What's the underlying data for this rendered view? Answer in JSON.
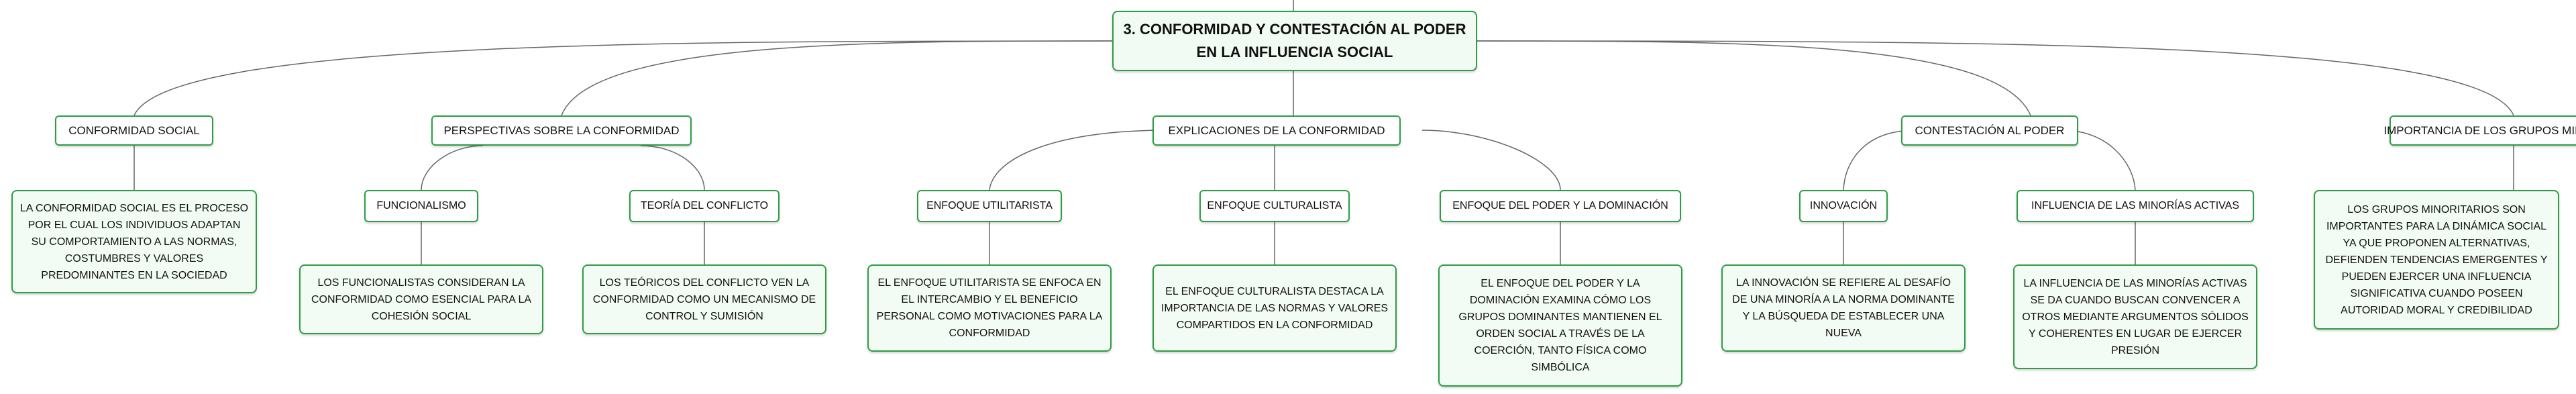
{
  "root": {
    "title": "3. CONFORMIDAD Y CONTESTACIÓN AL PODER EN LA INFLUENCIA SOCIAL"
  },
  "branches": {
    "conformidad_social": {
      "label": "CONFORMIDAD SOCIAL",
      "text": "La conformidad social es el proceso por el cual los individuos adaptan su comportamiento a las normas, costumbres y valores predominantes en la sociedad"
    },
    "perspectivas": {
      "label": "PERSPECTIVAS SOBRE LA CONFORMIDAD",
      "funcionalismo": {
        "label": "FUNCIONALISMO",
        "text": "Los funcionalistas consideran la conformidad como esencial para la cohesión social"
      },
      "teoria_conflicto": {
        "label": "TEORÍA DEL CONFLICTO",
        "text": "Los teóricos del conflicto ven la conformidad como un mecanismo de control y sumisión"
      }
    },
    "explicaciones": {
      "label": "EXPLICACIONES DE LA CONFORMIDAD",
      "utilitarista": {
        "label": "ENFOQUE UTILITARISTA",
        "text": "El enfoque utilitarista se enfoca en el intercambio y el beneficio personal como motivaciones para la conformidad"
      },
      "culturalista": {
        "label": "ENFOQUE CULTURALISTA",
        "text": "El enfoque culturalista destaca la importancia de las normas y valores compartidos en la conformidad"
      },
      "poder_dominacion": {
        "label": "ENFOQUE DEL PODER Y LA DOMINACIÓN",
        "text": "El enfoque del poder y la dominación examina cómo los grupos dominantes mantienen el orden social a través de la coerción, tanto física como simbólica"
      }
    },
    "contestacion": {
      "label": "CONTESTACIÓN AL PODER",
      "innovacion": {
        "label": "INNOVACIÓN",
        "text": "La innovación se refiere al desafío de una minoría a la norma dominante y la búsqueda de establecer una nueva"
      },
      "minorias_activas": {
        "label": "INFLUENCIA DE LAS MINORÍAS ACTIVAS",
        "text": "La influencia de las minorías activas se da cuando buscan convencer a otros mediante argumentos sólidos y coherentes en lugar de ejercer presión"
      }
    },
    "grupos_minoritarios": {
      "label": "IMPORTANCIA DE LOS GRUPOS MINORITARIOS",
      "text": "Los grupos minoritarios son importantes para la dinámica social ya que proponen alternativas, defienden tendencias emergentes y pueden ejercer una influencia significativa cuando poseen autoridad moral y credibilidad"
    }
  },
  "colors": {
    "border": "#2e9e45",
    "root_fill": "#f1faf3",
    "leaf_fill": "#f3fbf5",
    "connector": "#666666"
  }
}
